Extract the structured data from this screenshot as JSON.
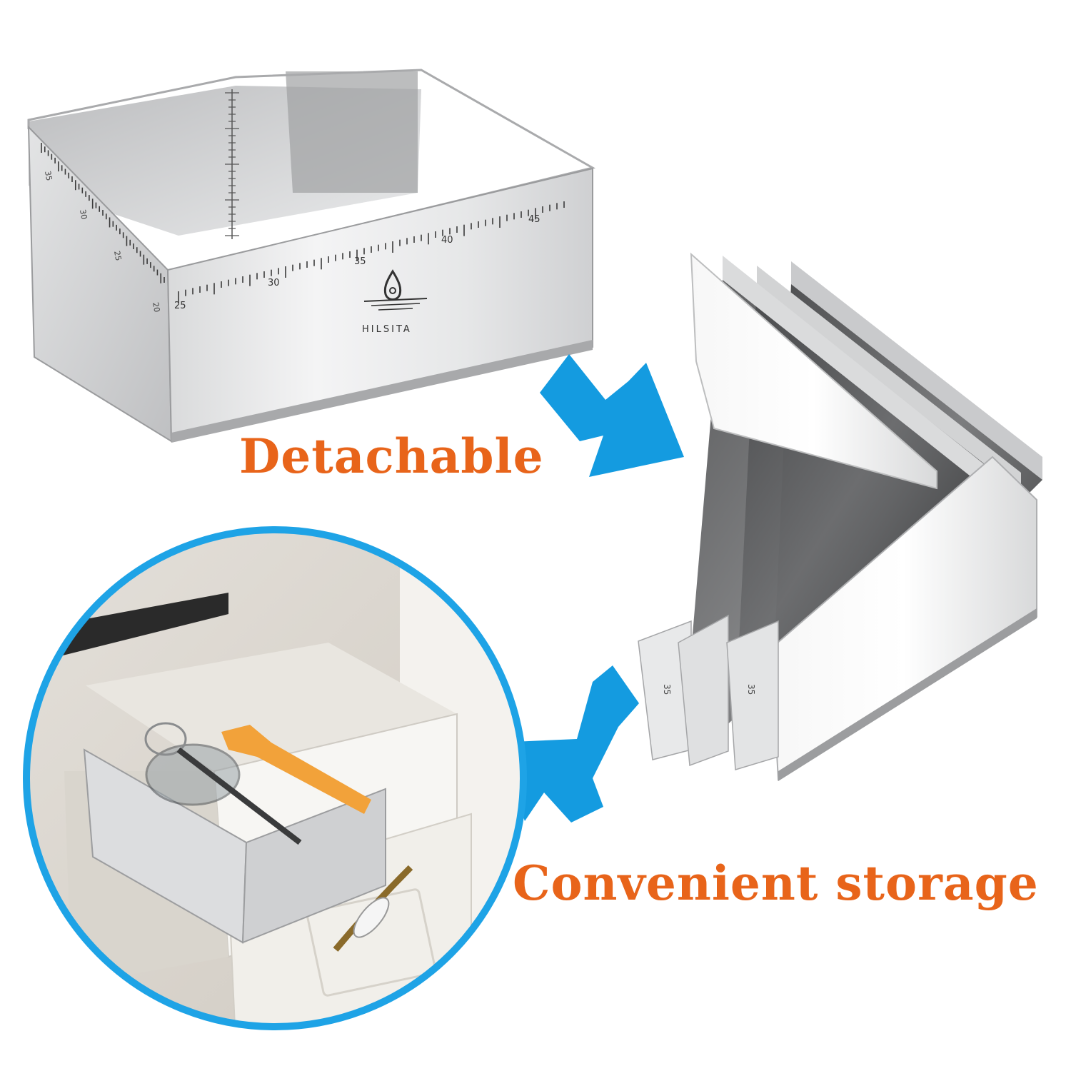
{
  "captions": {
    "detachable": "Detachable",
    "convenient_storage": "Convenient storage"
  },
  "product": {
    "brand": "HILSITA",
    "front_ruler_labels": [
      "25",
      "30",
      "35",
      "40",
      "45"
    ],
    "side_ruler_labels": [
      "20",
      "25",
      "30",
      "35"
    ],
    "panel_label": "35"
  },
  "colors": {
    "caption": "#e8641a",
    "arrow": "#149be0",
    "circle_border": "#1ea3e6"
  },
  "icons": {
    "arrow_right_down": "arrow-down-right-icon",
    "arrow_left_down": "arrow-down-left-icon",
    "brand_logo": "drop-logo-icon"
  }
}
